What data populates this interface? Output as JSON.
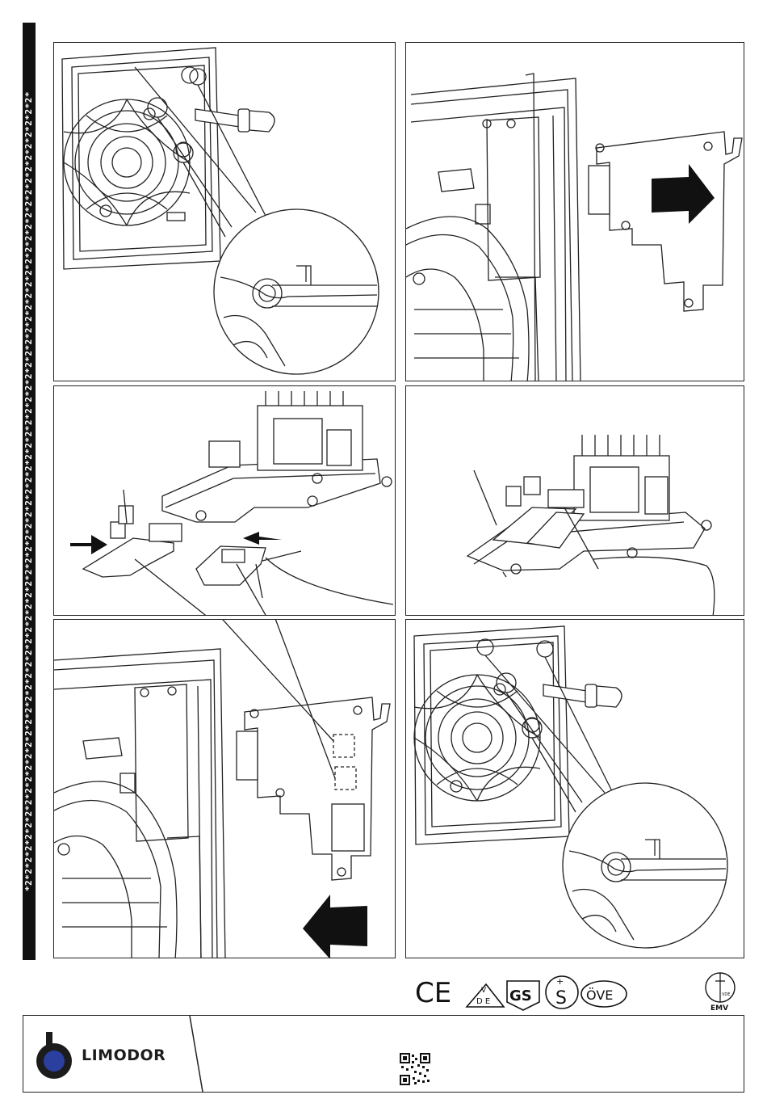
{
  "side_strip": {
    "text": "*2*2*2*2*2*2*2*2*2*2*2*2*2*2*2*2*2*2*2*2*2*2*2*2*2*2*2*2*2*2*2*2*2*2*2*2*2*2*2*2*2*2*2*2*2*2*2*2*2*2*2*2*2*2*2*2*2*2*2*2*2*2*2*2*2*2*2*2*2*"
  },
  "certifications": {
    "ce": "CE",
    "vde_top": "V",
    "vde_bottom": "D E",
    "gs": "GS",
    "ove": "ÖVE",
    "emv": "EMV",
    "emv_small": "VDE"
  },
  "footer": {
    "brand": "LIMODOR",
    "brand_color": "#2b3f9e"
  }
}
